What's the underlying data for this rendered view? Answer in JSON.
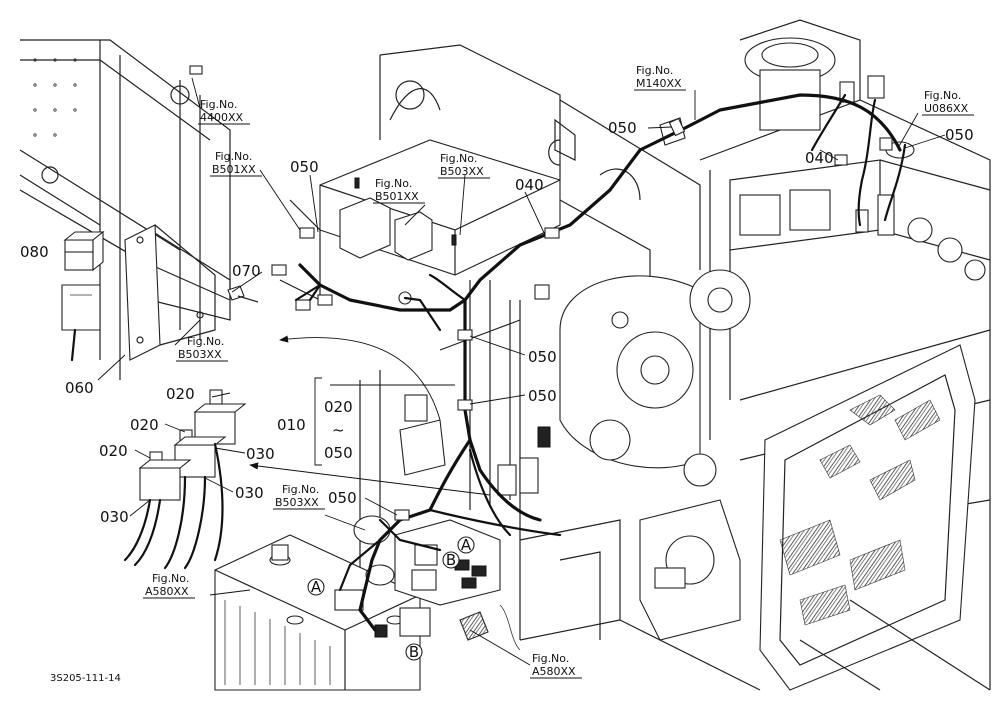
{
  "callouts": {
    "c010": "010",
    "c020a": "020",
    "c020b": "020",
    "c020c": "020",
    "c020d": "020",
    "tilde": "~",
    "c030a": "030",
    "c030b": "030",
    "c030c": "030",
    "c040a": "040",
    "c040b": "040",
    "c050a": "050",
    "c050b": "050",
    "c050c": "050",
    "c050d": "050",
    "c050e": "050",
    "c050f": "050",
    "c050g": "050",
    "c060": "060",
    "c070": "070",
    "c080": "080"
  },
  "fig_refs": {
    "prefix": "Fig.No.",
    "r4400": "4400XX",
    "rB501a": "B501XX",
    "rB501b": "B501XX",
    "rB503a": "B503XX",
    "rB503b": "B503XX",
    "rB503c": "B503XX",
    "rM140": "M140XX",
    "rU086": "U086XX",
    "rA580a": "A580XX",
    "rA580b": "A580XX"
  },
  "markers": {
    "A": "A",
    "B": "B"
  },
  "drawing_code": "3S205-111-14"
}
